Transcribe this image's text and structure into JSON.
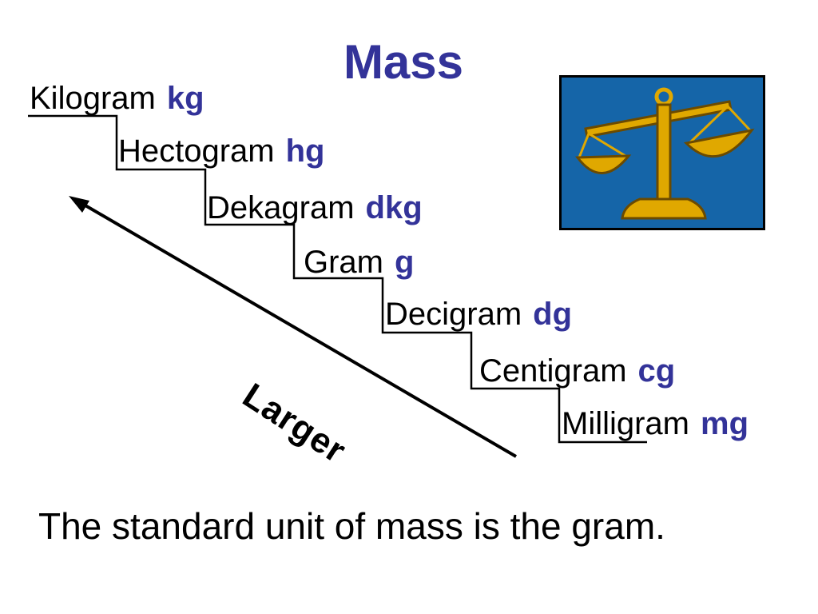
{
  "title": "Mass",
  "colors": {
    "title": "#333399",
    "abbreviation": "#333399",
    "scale_background": "#1565a8",
    "scale_gold": "#e0a800",
    "scale_outline": "#6b4a00"
  },
  "units": [
    {
      "name": "Kilogram",
      "abbr": "kg"
    },
    {
      "name": "Hectogram",
      "abbr": "hg"
    },
    {
      "name": "Dekagram",
      "abbr": "dkg"
    },
    {
      "name": "Gram",
      "abbr": "g"
    },
    {
      "name": "Decigram",
      "abbr": "dg"
    },
    {
      "name": "Centigram",
      "abbr": "cg"
    },
    {
      "name": "Milligram",
      "abbr": "mg"
    }
  ],
  "arrow_label": "Larger",
  "caption": "The standard unit of mass is the gram.",
  "image_icon": "balance-scale-icon"
}
